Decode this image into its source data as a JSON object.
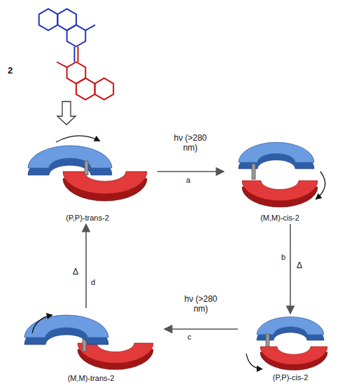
{
  "diagram": {
    "nodes": [
      {
        "text": [
          "2"
        ]
      },
      {
        "text": [
          "(P,P)-trans-2"
        ]
      },
      {
        "text": [
          "(M,M)-cis-2"
        ]
      },
      {
        "text": [
          "(M,M)-trans-2"
        ]
      },
      {
        "text": [
          "(P,P)-cis-2"
        ]
      }
    ],
    "edges": [
      {
        "from": 0,
        "to": 1,
        "arrow": "to"
      },
      {
        "from": 1,
        "to": 2,
        "label": "hν (>280 nm)",
        "arrow": "to"
      },
      {
        "from": 2,
        "to": 4,
        "label": "Δ",
        "arrow": "to"
      },
      {
        "from": 4,
        "to": 3,
        "label": "hν (>280 nm)",
        "arrow": "to"
      },
      {
        "from": 3,
        "to": 1,
        "label": "Δ",
        "arrow": "to"
      }
    ],
    "labels": [
      "a",
      "b",
      "c",
      "d"
    ]
  }
}
